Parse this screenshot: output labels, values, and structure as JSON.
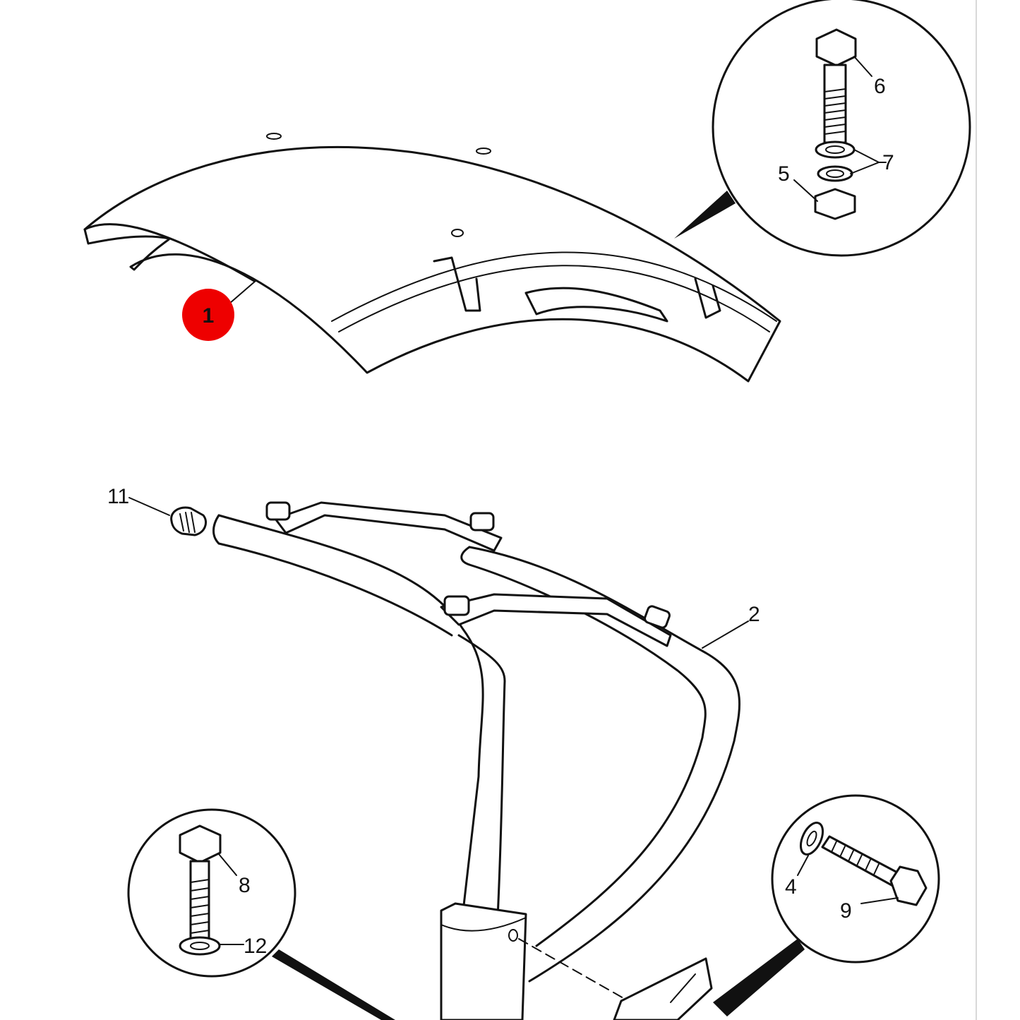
{
  "callouts": {
    "fender": "1",
    "frame": "2",
    "washer_4": "4",
    "nut_5": "5",
    "bolt_6": "6",
    "washers_7": "7",
    "bolt_8": "8",
    "bolt_9": "9",
    "plug_11": "11",
    "washer_12": "12"
  },
  "colors": {
    "highlight_badge": "#ee0000",
    "line": "#111111",
    "background": "#ffffff"
  }
}
